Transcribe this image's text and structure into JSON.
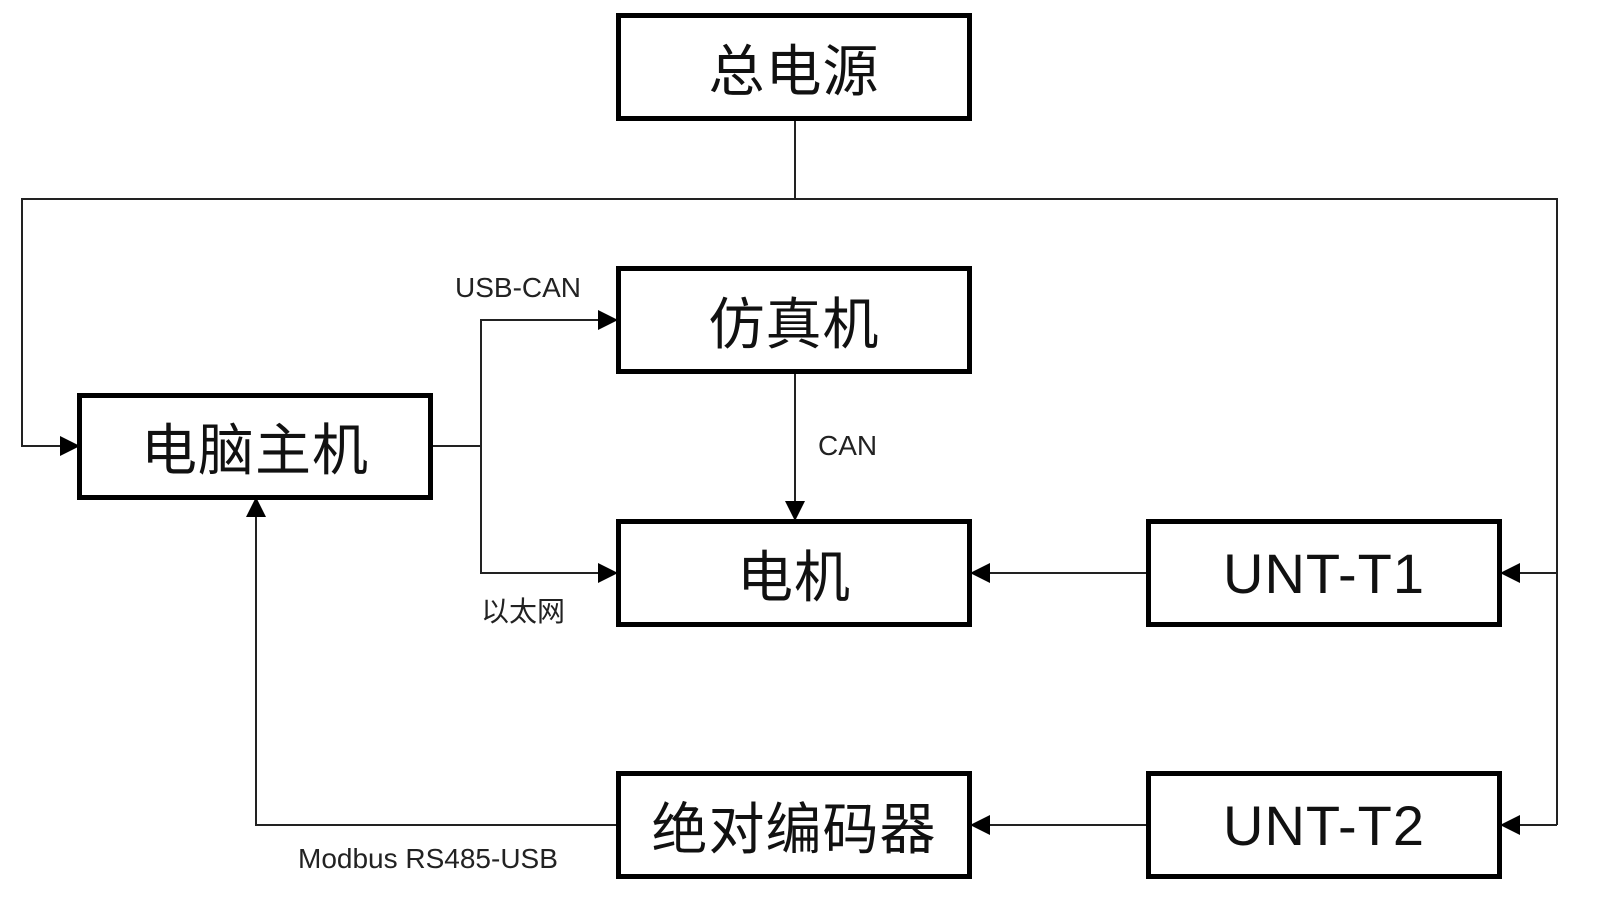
{
  "diagram": {
    "nodes": {
      "power": {
        "label": "总电源"
      },
      "pc": {
        "label": "电脑主机"
      },
      "simulator": {
        "label": "仿真机"
      },
      "motor": {
        "label": "电机"
      },
      "unt_t1": {
        "label": "UNT-T1"
      },
      "encoder": {
        "label": "绝对编码器"
      },
      "unt_t2": {
        "label": "UNT-T2"
      }
    },
    "edges": [
      {
        "from": "power",
        "to": "pc",
        "label": ""
      },
      {
        "from": "power",
        "to": "unt_t1",
        "label": ""
      },
      {
        "from": "power",
        "to": "unt_t2",
        "label": ""
      },
      {
        "from": "pc",
        "to": "simulator",
        "label": "USB-CAN"
      },
      {
        "from": "pc",
        "to": "motor",
        "label": "以太网"
      },
      {
        "from": "simulator",
        "to": "motor",
        "label": "CAN"
      },
      {
        "from": "unt_t1",
        "to": "motor",
        "label": ""
      },
      {
        "from": "unt_t2",
        "to": "encoder",
        "label": ""
      },
      {
        "from": "encoder",
        "to": "pc",
        "label": "Modbus RS485-USB"
      }
    ]
  }
}
